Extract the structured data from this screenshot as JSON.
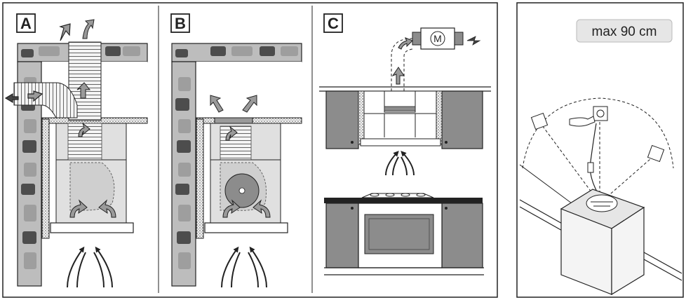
{
  "panels": [
    {
      "id": "A",
      "label": "A",
      "description": "Ducted installation through wall and ceiling"
    },
    {
      "id": "B",
      "label": "B",
      "description": "Recirculating filter installation"
    },
    {
      "id": "C",
      "label": "C",
      "description": "External motor installation"
    }
  ],
  "motor_symbol": "M",
  "max_distance_label": "max 90 cm",
  "colors": {
    "wall_stone": "#bfbfbf",
    "wall_stone_dark": "#4d4d4d",
    "cabinet_gray": "#8c8c8c",
    "hood_fill": "#e0e0e0",
    "arrow_fill": "#9a9a9a",
    "outline": "#222222"
  }
}
